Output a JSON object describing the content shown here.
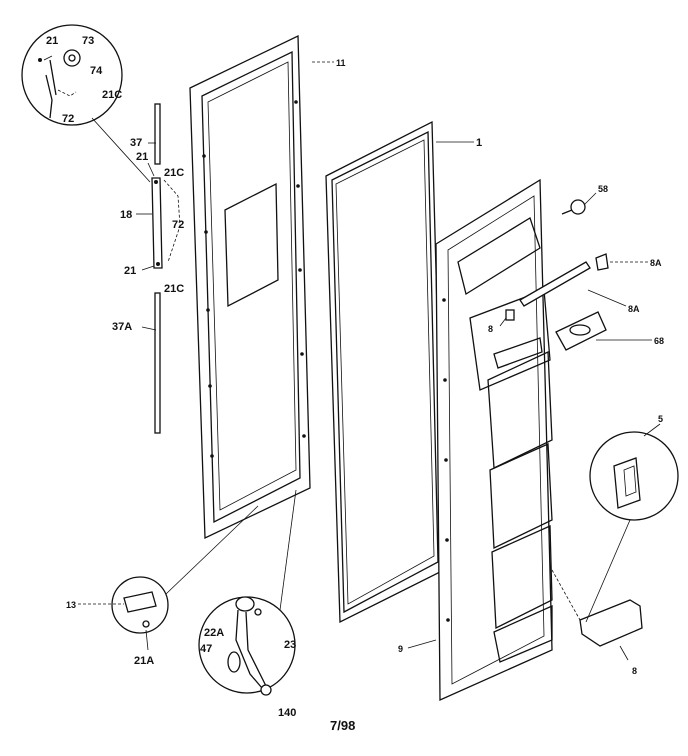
{
  "labels": {
    "l21_top": "21",
    "l73": "73",
    "l74": "74",
    "l21C_top": "21C",
    "l72_top": "72",
    "l11": "11",
    "l37": "37",
    "l21_mid": "21",
    "l21C_mid": "21C",
    "l18": "18",
    "l72_mid": "72",
    "l21_low": "21",
    "l21C_low": "21C",
    "l37A": "37A",
    "l1": "1",
    "l58": "58",
    "l8A_top": "8A",
    "l8A_mid": "8A",
    "l8": "8",
    "l68": "68",
    "l5": "5",
    "l13": "13",
    "l21A": "21A",
    "l22A": "22A",
    "l23": "23",
    "l47": "47",
    "l140": "140",
    "l9": "9",
    "l8_low": "8"
  },
  "footer": {
    "code": "7/98"
  }
}
